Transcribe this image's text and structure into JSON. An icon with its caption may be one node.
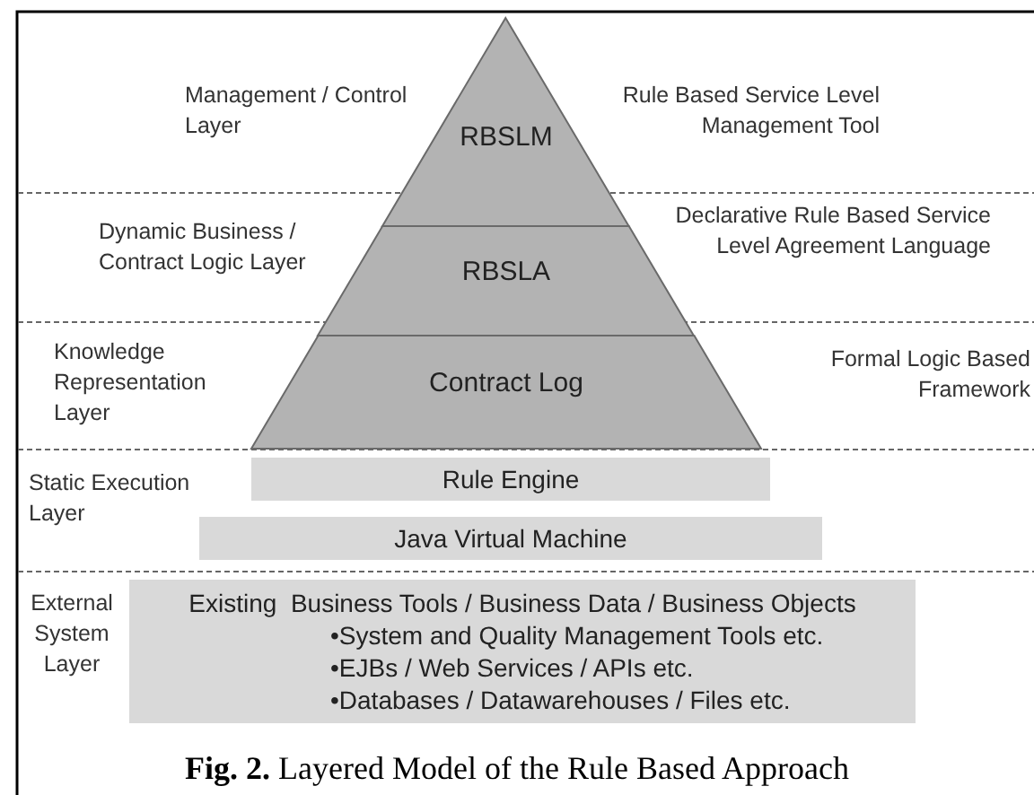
{
  "diagram": {
    "caption": "**Fig. 2.** Layered Model of the Rule Based Approach",
    "nodes": [
      {
        "text": [
          "RBSLM"
        ]
      },
      {
        "text": [
          "RBSLA"
        ]
      },
      {
        "text": [
          "Contract Log"
        ]
      },
      {
        "text": [
          "Rule Engine"
        ]
      },
      {
        "text": [
          "Java Virtual Machine"
        ]
      },
      {
        "text": [
          "Existing  Business Tools / Business Data / Business Objects",
          "•System and Quality Management Tools etc.",
          "•EJBs / Web Services / APIs etc.",
          "•Databases / Datawarehouses / Files etc."
        ]
      }
    ],
    "labels": [
      "Management / Control Layer",
      "Rule Based Service Level Management Tool",
      "Dynamic Business / Contract Logic Layer",
      "Declarative Rule Based Service Level Agreement Language",
      "Knowledge Representation Layer",
      "Formal Logic Based Framework",
      "Static Execution Layer",
      "External System Layer"
    ]
  }
}
